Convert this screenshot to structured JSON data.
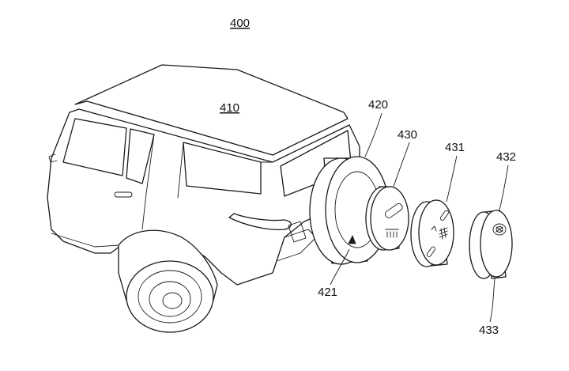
{
  "figure": {
    "number": "400",
    "labels": {
      "vehicle": "410",
      "spare_tire_mount": "420",
      "hub_module": "430",
      "cover_a": "431",
      "cover_b": "432",
      "tire_marker": "421",
      "cover_b_marker": "433"
    },
    "colors": {
      "line": "#1a1a1a",
      "background": "#ffffff"
    }
  }
}
